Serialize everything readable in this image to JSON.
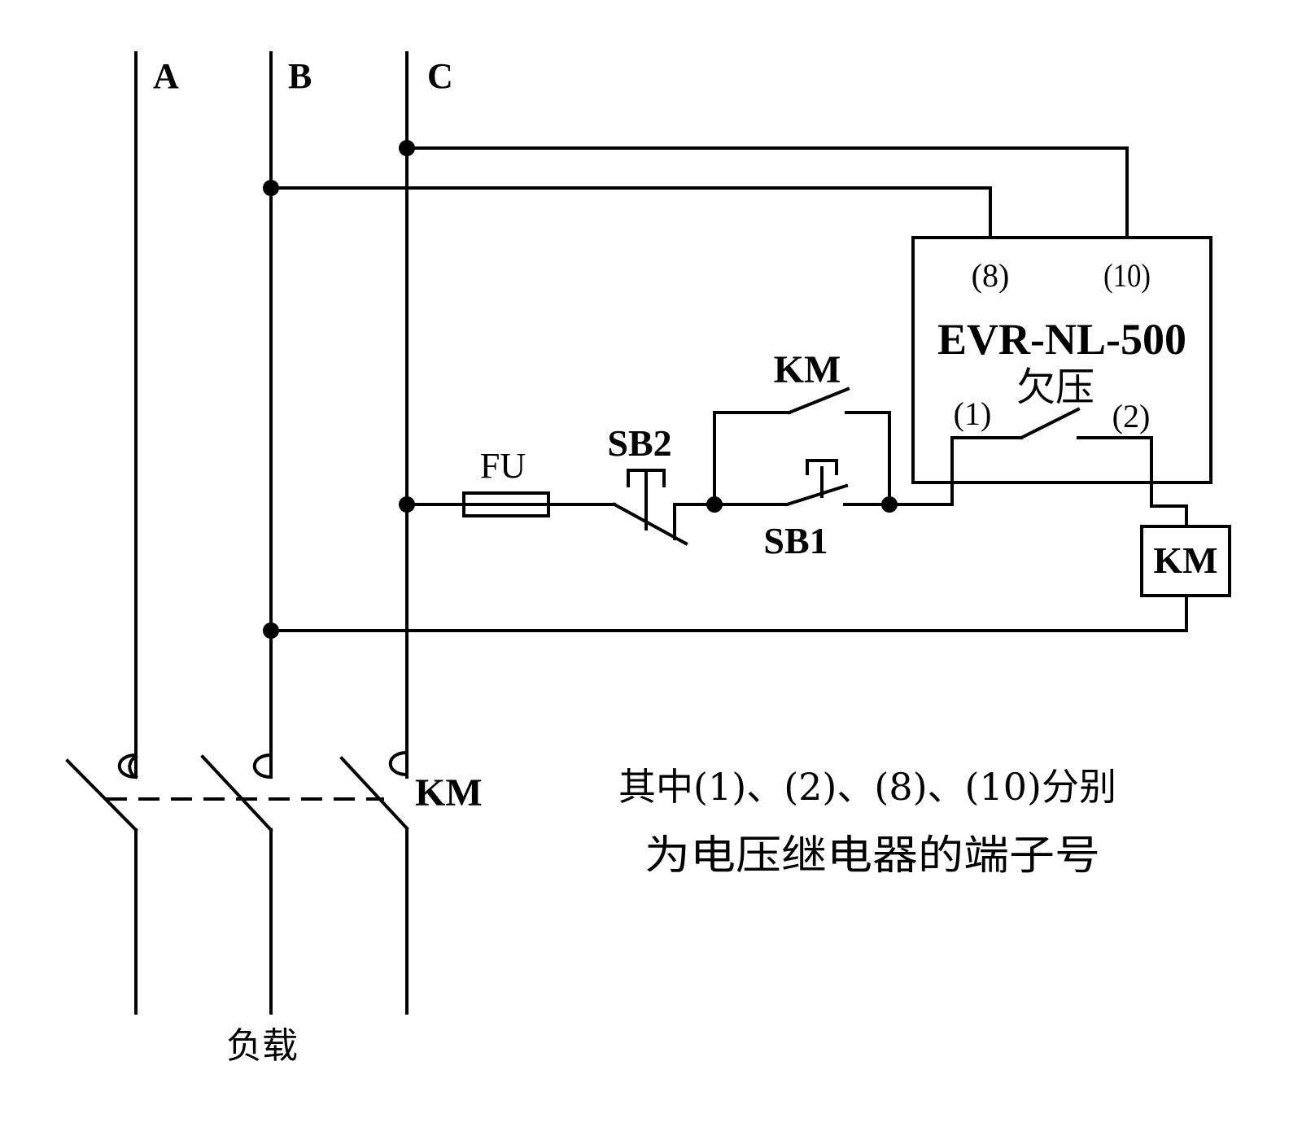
{
  "diagram": {
    "type": "electrical-schematic",
    "phases": [
      "A",
      "B",
      "C"
    ],
    "load_label": "负载",
    "main_contactor_label": "KM",
    "fuse_label": "FU",
    "stop_button_label": "SB2",
    "start_button_label": "SB1",
    "holding_contact_label": "KM",
    "coil_label": "KM",
    "relay": {
      "model": "EVR-NL-500",
      "function": "欠压",
      "terminals": {
        "t8": "(8)",
        "t10": "(10)",
        "t1": "(1)",
        "t2": "(2)"
      }
    },
    "note": {
      "line1": "其中(1)、(2)、(8)、(10)分别",
      "line2": "为电压继电器的端子号"
    }
  }
}
